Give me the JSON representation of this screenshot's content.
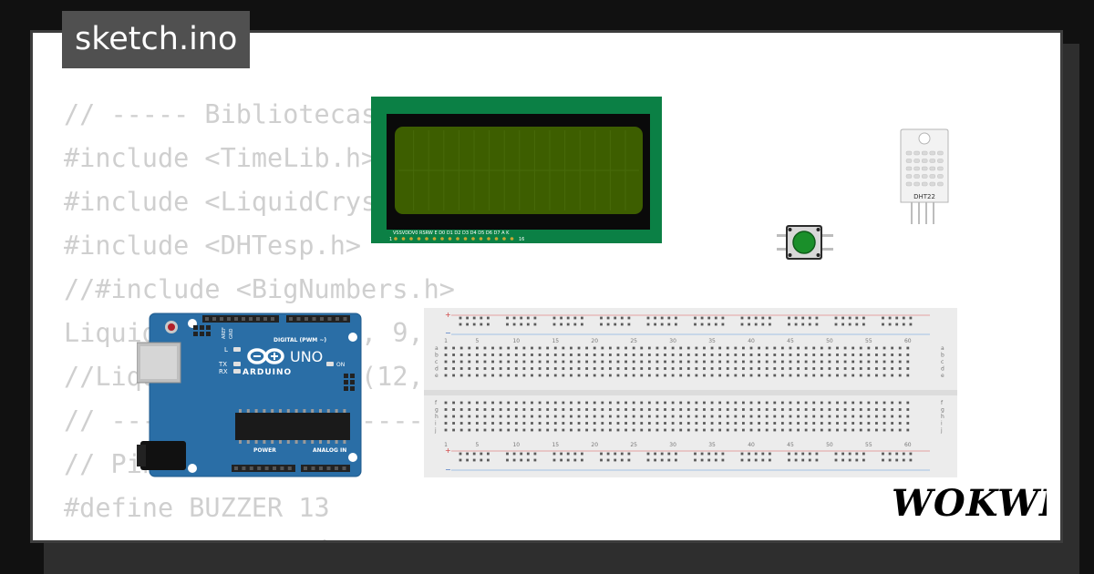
{
  "file": {
    "name": "sketch.ino"
  },
  "code_lines": [
    "// ----- Bibliotecas",
    "#include <TimeLib.h>",
    "#include <LiquidCrystal.h>",
    "#include <DHTesp.h>",
    "//#include <BigNumbers.h>",
    "LiquidCrystal lcd(8, 9, 4, 5, 6, 7);",
    "//LiquidCrystal lcd(12, 11, 5, 4, 3, 2);",
    "// ----- Variables -----",
    "// Pines",
    "#define BUZZER 13",
    "//Cambiar el Botón Select"
  ],
  "lcd": {
    "pin_labels": "VSSVDDV0 RSRW E D0 D1 D2 D3 D4 D5 D6 D7 A  K",
    "pin_first": "1",
    "pin_last": "16"
  },
  "arduino": {
    "brand": "ARDUINO",
    "model": "UNO",
    "digital_label": "DIGITAL (PWM ~)",
    "power_label": "POWER",
    "analog_label": "ANALOG IN",
    "tx": "TX",
    "rx": "RX",
    "led_l": "L",
    "led_on": "ON",
    "aref": "AREF",
    "gnd": "GND"
  },
  "breadboard": {
    "columns": [
      "1",
      "5",
      "10",
      "15",
      "20",
      "25",
      "30",
      "35",
      "40",
      "45",
      "50",
      "55",
      "60"
    ],
    "rows_top": [
      "a",
      "b",
      "c",
      "d",
      "e"
    ],
    "rows_bottom": [
      "f",
      "g",
      "h",
      "i",
      "j"
    ],
    "plus": "+",
    "minus": "−"
  },
  "dht": {
    "label": "DHT22"
  },
  "button": {
    "color": "#1a8f2a"
  },
  "brand": {
    "name": "WOKWI"
  },
  "colors": {
    "pcb_green": "#0b8045",
    "lcd_screen": "#3d5e00",
    "arduino_blue": "#2a6ea6",
    "breadboard": "#ececec"
  }
}
